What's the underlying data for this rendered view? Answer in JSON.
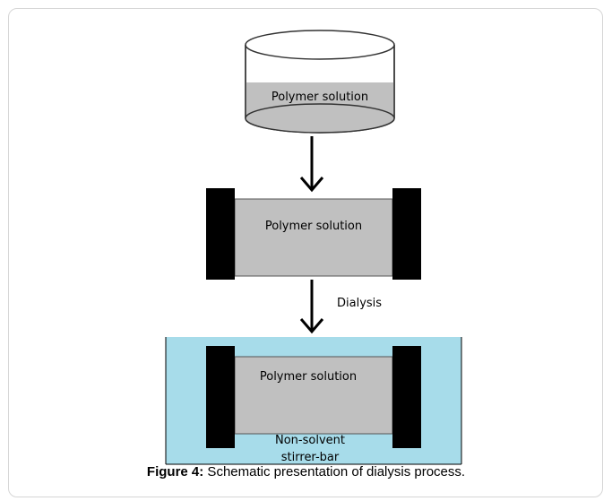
{
  "diagram": {
    "beaker_label": "Polymer solution",
    "bag_label": "Polymer solution",
    "arrow2_label": "Dialysis",
    "bath_bag_label": "Polymer solution",
    "bath_label_line1": "Non-solvent",
    "bath_label_line2": "stirrer-bar"
  },
  "caption": {
    "figure_number": "Figure 4:",
    "text": " Schematic presentation of dialysis process."
  },
  "colors": {
    "solution_fill": "#c0c0c0",
    "bath_fill": "#a7dcea",
    "clip_fill": "#000000"
  }
}
